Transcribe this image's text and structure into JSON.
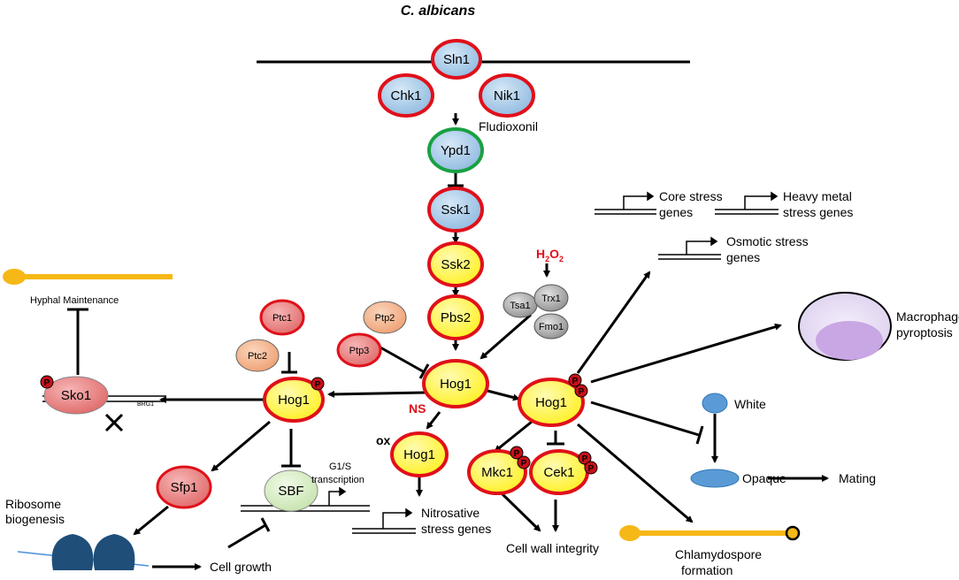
{
  "title": "C. albicans",
  "proteins": {
    "sln1": "Sln1",
    "chk1": "Chk1",
    "nik1": "Nik1",
    "ypd1": "Ypd1",
    "ssk1": "Ssk1",
    "ssk2": "Ssk2",
    "pbs2": "Pbs2",
    "hog1": "Hog1",
    "ptc1": "Ptc1",
    "ptc2": "Ptc2",
    "ptp2": "Ptp2",
    "ptp3": "Ptp3",
    "tsa1": "Tsa1",
    "trx1": "Trx1",
    "fmo1": "Fmo1",
    "sko1": "Sko1",
    "sfp1": "Sfp1",
    "sbf": "SBF",
    "mkc1": "Mkc1",
    "cek1": "Cek1"
  },
  "labels": {
    "fludioxonil": "Fludioxonil",
    "h2o2_main": "H",
    "h2o2_sub1": "2",
    "h2o2_mid": "O",
    "h2o2_sub2": "2",
    "phospho": "P",
    "ns": "NS",
    "ox": "ox",
    "hyphal": "Hyphal Maintenance",
    "brg1": "BRG1",
    "ribosome_1": "Ribosome",
    "ribosome_2": "biogenesis",
    "cell_growth": "Cell growth",
    "g1s_1": "G1/S",
    "g1s_2": "transcription",
    "nitro_1": "Nitrosative",
    "nitro_2": "stress genes",
    "cell_wall": "Cell wall integrity",
    "core_1": "Core stress",
    "core_2": "genes",
    "heavy_1": "Heavy metal",
    "heavy_2": "stress genes",
    "osmo_1": "Osmotic stress",
    "osmo_2": "genes",
    "macro_1": "Macrophage",
    "macro_2": "pyroptosis",
    "white": "White",
    "opaque": "Opaque",
    "mating": "Mating",
    "chlamy_1": "Chlamydospore",
    "chlamy_2": "formation"
  },
  "colors": {
    "blue_fill": "#a8cbe8",
    "red_ring": "#e0101a",
    "green_ring": "#1aa043",
    "yellow_fill": "#fff23a",
    "orange_fill": "#f2b48b",
    "pink_fill": "#e98585",
    "green_fill": "#d7eec4",
    "grey_fill": "#a6a6a6",
    "p_red": "#c8101a",
    "h2o2_red": "#e0101a",
    "gold": "#f6b817",
    "ribosome": "#1f4e79",
    "cell_blue": "#5b9bd5"
  }
}
